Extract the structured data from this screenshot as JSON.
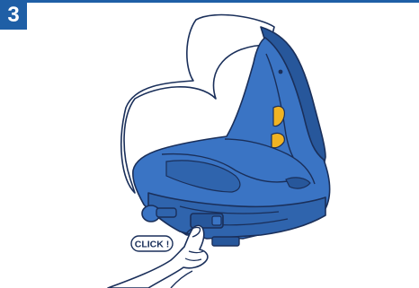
{
  "step": {
    "number": "3"
  },
  "callout": {
    "text": "CLICK !"
  },
  "colors": {
    "brand_blue": "#1f5fa6",
    "shell_blue": "#3a74c4",
    "shell_dark": "#27579b",
    "outline": "#1a2f5a",
    "accent_yellow": "#f0b323",
    "background": "#ffffff"
  },
  "icons": {
    "step_badge": "number-badge",
    "illustration": "car-seat-isofix-connector",
    "hand": "hand-pressing-release-icon"
  }
}
